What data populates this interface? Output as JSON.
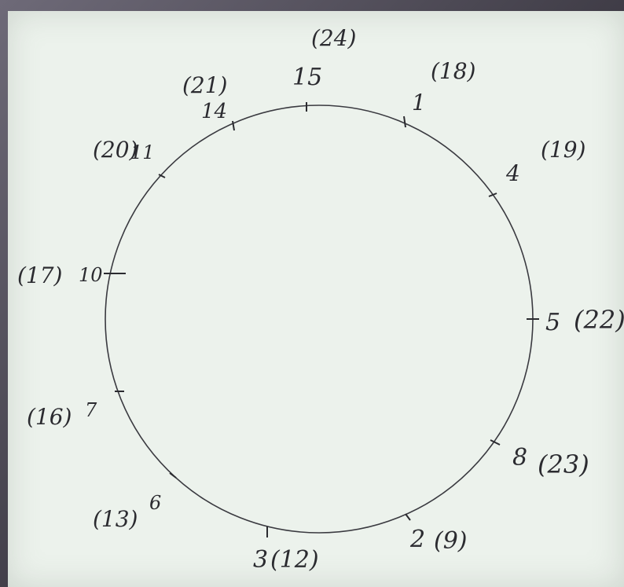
{
  "diagram": {
    "marks": [
      {
        "id": "15",
        "num": "15",
        "paren": "(24)"
      },
      {
        "id": "1",
        "num": "1",
        "paren": "(18)"
      },
      {
        "id": "4",
        "num": "4",
        "paren": "(19)"
      },
      {
        "id": "5",
        "num": "5",
        "paren": "(22)"
      },
      {
        "id": "8",
        "num": "8",
        "paren": "(23)"
      },
      {
        "id": "2",
        "num": "2",
        "paren": "(9)"
      },
      {
        "id": "3",
        "num": "3",
        "paren": "(12)"
      },
      {
        "id": "6",
        "num": "6",
        "paren": "(13)"
      },
      {
        "id": "7",
        "num": "7",
        "paren": "(16)"
      },
      {
        "id": "10",
        "num": "10",
        "paren": "(17)"
      },
      {
        "id": "11",
        "num": "11",
        "paren": "(20)"
      },
      {
        "id": "14",
        "num": "14",
        "paren": "(21)"
      }
    ]
  }
}
